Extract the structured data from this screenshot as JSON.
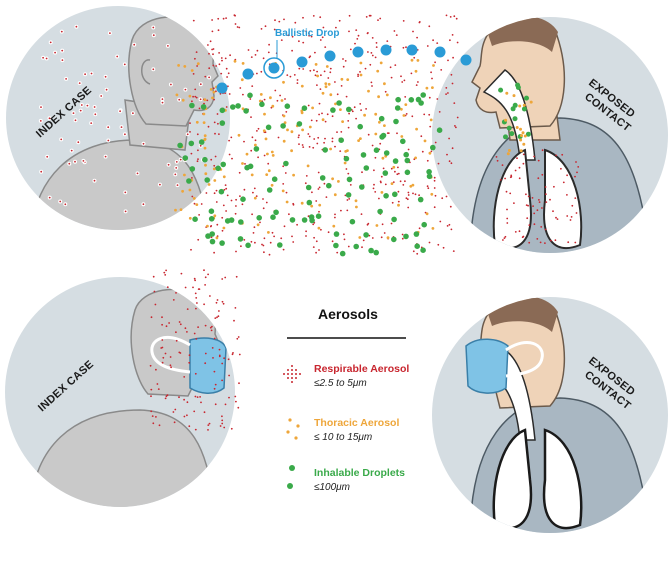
{
  "labels": {
    "top_index_case": "INDEX CASE",
    "top_exposed_line1": "EXPOSED",
    "top_exposed_line2": "CONTACT",
    "bottom_index_case": "INDEX CASE",
    "bottom_exposed_line1": "EXPOSED",
    "bottom_exposed_line2": "CONTACT",
    "ballistic": "Ballistic Drop"
  },
  "legend": {
    "title": "Aerosols",
    "items": [
      {
        "name": "Respirable Aerosol",
        "size": "≤2.5 to 5μm",
        "color": "#c8262f"
      },
      {
        "name": "Thoracic Aerosol",
        "size": "≤ 10 to 15μm",
        "color": "#eea63a"
      },
      {
        "name": "Inhalable Droplets",
        "size": "≤100μm",
        "color": "#3aaa4a"
      }
    ]
  },
  "colors": {
    "circle_bg": "#d5dde2",
    "skin": "#c9c9c9",
    "skin_line": "#8a8a8a",
    "shirt": "#a9b7c2",
    "contact_skin": "#efd3b8",
    "hair": "#8a6a55",
    "mask": "#7fc3e6",
    "ballistic": "#2a9bd6",
    "respirable": "#c8262f",
    "thoracic": "#eea63a",
    "inhalable": "#3aaa4a"
  }
}
